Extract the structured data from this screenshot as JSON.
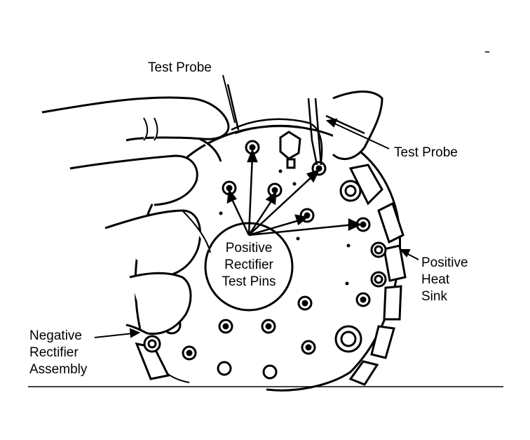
{
  "diagram": {
    "labels": {
      "test_probe_top": "Test Probe",
      "test_probe_right": "Test Probe",
      "positive_rectifier": [
        "Positive",
        "Rectifier",
        "Test Pins"
      ],
      "positive_heat_sink": [
        "Positive",
        "Heat",
        "Sink"
      ],
      "negative_rectifier": [
        "Negative",
        "Rectifier",
        "Assembly"
      ]
    },
    "colors": {
      "ink": "#000000",
      "paper": "#ffffff"
    },
    "icons": [
      "hand-illustration",
      "rectifier-plate",
      "test-probe",
      "arrow"
    ]
  }
}
